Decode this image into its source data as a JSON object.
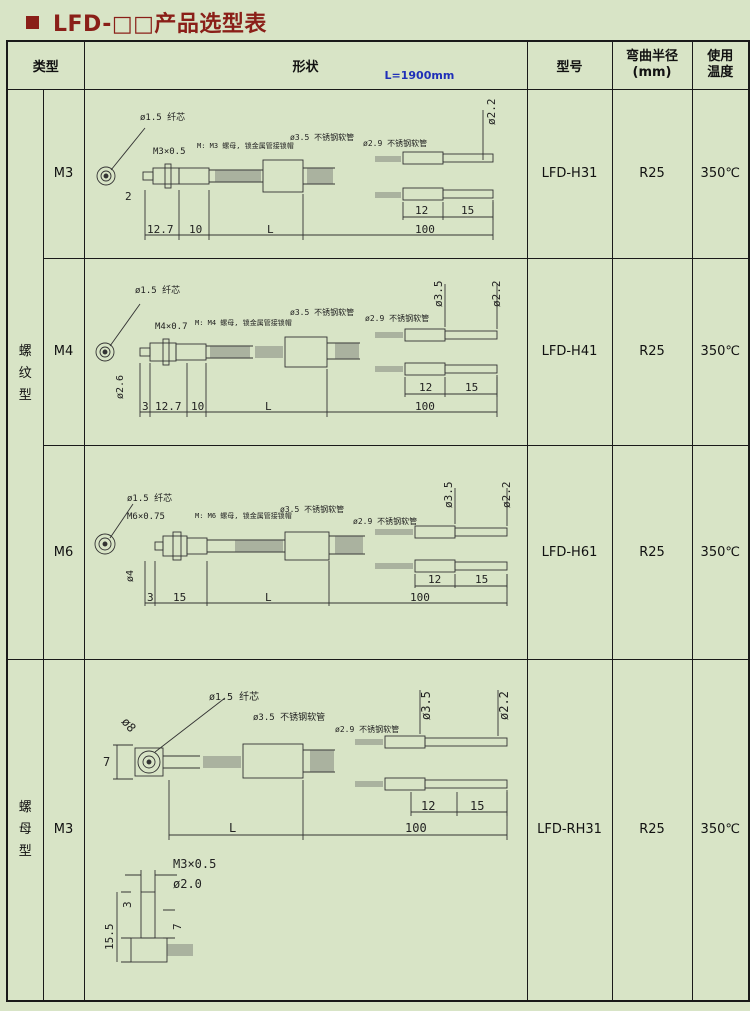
{
  "page_title": "LFD-□□产品选型表",
  "header": {
    "type": "类型",
    "shape": "形状",
    "shape_note": "L=1900mm",
    "model": "型号",
    "bend_radius": "弯曲半径\n(mm)",
    "bend_radius_line1": "弯曲半径",
    "bend_radius_line2": "(mm)",
    "temp_line1": "使用",
    "temp_line2": "温度"
  },
  "groups": [
    {
      "name": "螺纹型",
      "chars": [
        "螺",
        "纹",
        "型"
      ]
    },
    {
      "name": "螺母型",
      "chars": [
        "螺",
        "母",
        "型"
      ]
    }
  ],
  "rows": [
    {
      "size": "M3",
      "model": "LFD-H31",
      "radius": "R25",
      "temp": "350℃",
      "labels": {
        "tip": "ø1.5 纤芯",
        "thread": "M3×0.5",
        "nut": "M: M3 螺母, 锁金属管接锁帽",
        "sleeve": "ø3.5 不锈钢软管",
        "tube": "ø2.9 不锈钢软管",
        "d_end": "ø2.2",
        "h": "2",
        "d1": "12.7",
        "d2": "10",
        "L": "L",
        "d3": "100",
        "a": "12",
        "b": "15"
      }
    },
    {
      "size": "M4",
      "model": "LFD-H41",
      "radius": "R25",
      "temp": "350℃",
      "labels": {
        "tip": "ø1.5 纤芯",
        "thread": "M4×0.7",
        "nut": "M: M4 螺母, 锁金属管接锁帽",
        "sleeve": "ø3.5 不锈钢软管",
        "tube": "ø2.9 不锈钢软管",
        "d_top": "ø3.5",
        "d_end": "ø2.2",
        "h": "ø2.6",
        "d0": "3",
        "d1": "12.7",
        "d2": "10",
        "L": "L",
        "d3": "100",
        "a": "12",
        "b": "15"
      }
    },
    {
      "size": "M6",
      "model": "LFD-H61",
      "radius": "R25",
      "temp": "350℃",
      "labels": {
        "tip": "ø1.5 纤芯",
        "thread": "M6×0.75",
        "nut": "M: M6 螺母, 锁金属管接锁帽",
        "sleeve": "ø3.5 不锈钢软管",
        "tube": "ø2.9 不锈钢软管",
        "d_top": "ø3.5",
        "d_end": "ø2.2",
        "h": "ø4",
        "d0": "3",
        "d1": "15",
        "L": "L",
        "d3": "100",
        "a": "12",
        "b": "15"
      }
    },
    {
      "size": "M3",
      "model": "LFD-RH31",
      "radius": "R25",
      "temp": "350℃",
      "labels": {
        "tip": "ø1.5 纤芯",
        "body": "ø8",
        "sleeve": "ø3.5 不锈钢软管",
        "tube": "ø2.9 不锈钢软管",
        "d_top": "ø3.5",
        "d_end": "ø2.2",
        "h": "7",
        "L": "L",
        "d3": "100",
        "a": "12",
        "b": "15",
        "thread": "M3×0.5",
        "dia": "ø2.0",
        "s1": "3",
        "s2": "7",
        "s3": "15.5"
      }
    }
  ]
}
